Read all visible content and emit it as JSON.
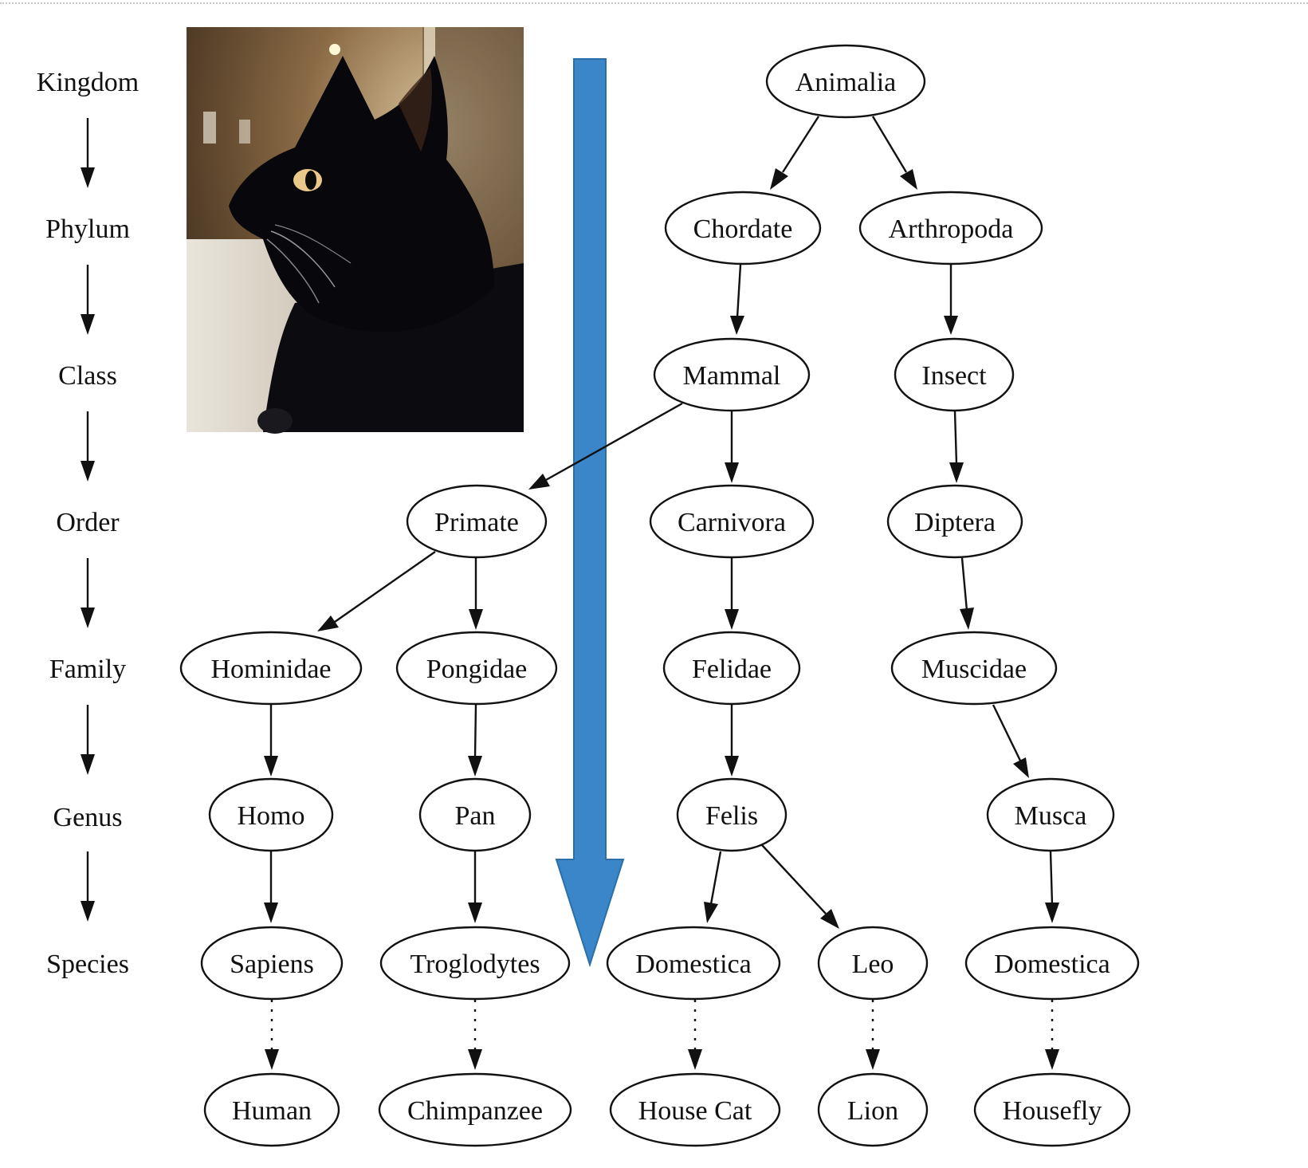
{
  "ranks": [
    "Kingdom",
    "Phylum",
    "Class",
    "Order",
    "Family",
    "Genus",
    "Species"
  ],
  "nodes": {
    "animalia": "Animalia",
    "chordate": "Chordate",
    "arthropoda": "Arthropoda",
    "mammal": "Mammal",
    "insect": "Insect",
    "primate": "Primate",
    "carnivora": "Carnivora",
    "diptera": "Diptera",
    "hominidae": "Hominidae",
    "pongidae": "Pongidae",
    "felidae": "Felidae",
    "muscidae": "Muscidae",
    "homo": "Homo",
    "pan": "Pan",
    "felis": "Felis",
    "musca": "Musca",
    "sapiens": "Sapiens",
    "troglodytes": "Troglodytes",
    "domestica_cat": "Domestica",
    "leo": "Leo",
    "domestica_fly": "Domestica",
    "human": "Human",
    "chimpanzee": "Chimpanzee",
    "house_cat": "House Cat",
    "lion": "Lion",
    "housefly": "Housefly"
  },
  "edges": [
    [
      "animalia",
      "chordate"
    ],
    [
      "animalia",
      "arthropoda"
    ],
    [
      "chordate",
      "mammal"
    ],
    [
      "arthropoda",
      "insect"
    ],
    [
      "mammal",
      "primate"
    ],
    [
      "mammal",
      "carnivora"
    ],
    [
      "insect",
      "diptera"
    ],
    [
      "primate",
      "hominidae"
    ],
    [
      "primate",
      "pongidae"
    ],
    [
      "carnivora",
      "felidae"
    ],
    [
      "diptera",
      "muscidae"
    ],
    [
      "hominidae",
      "homo"
    ],
    [
      "pongidae",
      "pan"
    ],
    [
      "felidae",
      "felis"
    ],
    [
      "muscidae",
      "musca"
    ],
    [
      "homo",
      "sapiens"
    ],
    [
      "pan",
      "troglodytes"
    ],
    [
      "felis",
      "domestica_cat"
    ],
    [
      "felis",
      "leo"
    ],
    [
      "musca",
      "domestica_fly"
    ]
  ],
  "common_name_links": [
    [
      "sapiens",
      "human"
    ],
    [
      "troglodytes",
      "chimpanzee"
    ],
    [
      "domestica_cat",
      "house_cat"
    ],
    [
      "leo",
      "lion"
    ],
    [
      "domestica_fly",
      "housefly"
    ]
  ],
  "photo": {
    "subject": "black-cat-photo"
  },
  "colors": {
    "big_arrow": "#3a86c8",
    "big_arrow_edge": "#2c6fa8",
    "ink": "#111111"
  }
}
